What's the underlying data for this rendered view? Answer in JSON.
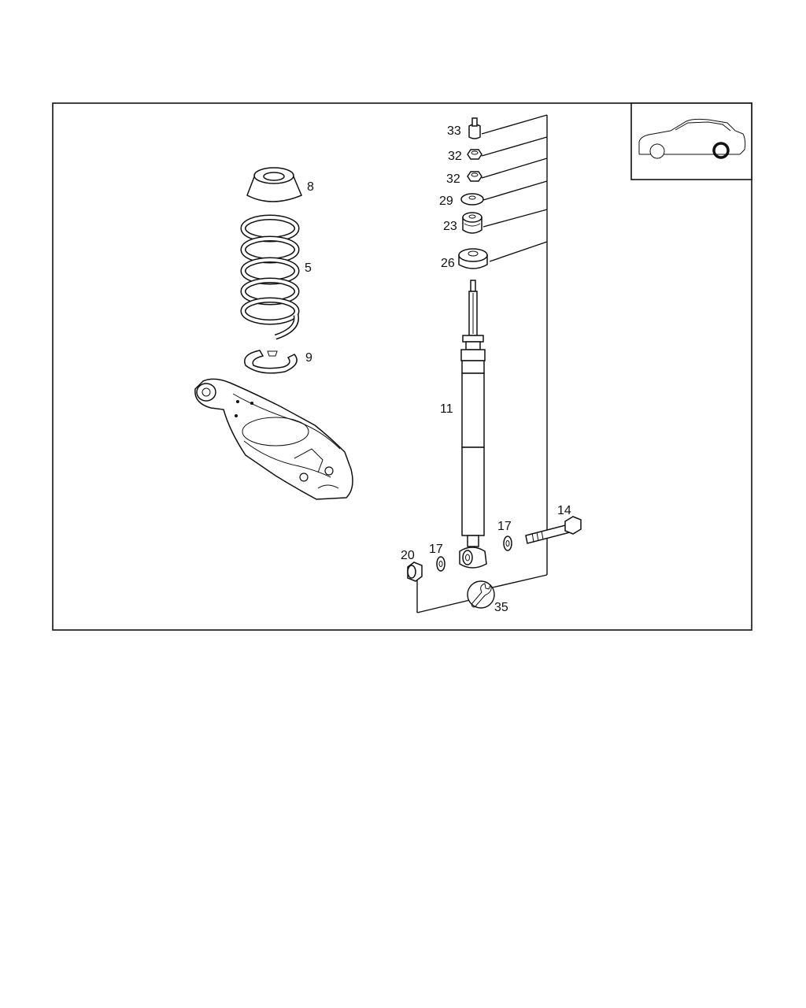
{
  "diagram": {
    "callouts": {
      "c33": "33",
      "c32a": "32",
      "c32b": "32",
      "c29": "29",
      "c23": "23",
      "c26": "26",
      "c8": "8",
      "c5": "5",
      "c9": "9",
      "c11": "11",
      "c14": "14",
      "c17a": "17",
      "c17b": "17",
      "c20": "20",
      "c35": "35"
    },
    "icons": {
      "vehicle": "car-side-icon",
      "tool": "wrench-icon"
    }
  }
}
